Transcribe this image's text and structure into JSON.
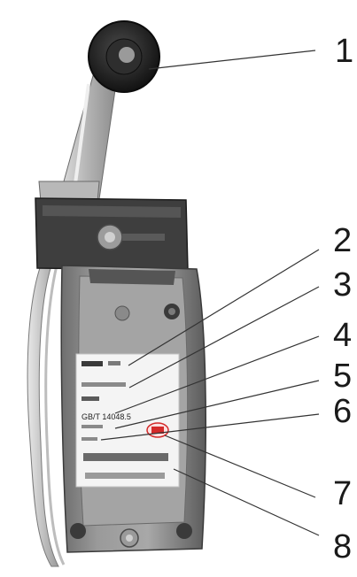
{
  "callouts": [
    {
      "number": "1"
    },
    {
      "number": "2"
    },
    {
      "number": "3"
    },
    {
      "number": "4"
    },
    {
      "number": "5"
    },
    {
      "number": "6"
    },
    {
      "number": "7"
    },
    {
      "number": "8"
    }
  ],
  "nameplate": {
    "standard_text": "GB/T 14048.5"
  },
  "colors": {
    "body_gray": "#8a8a8a",
    "roller_dark": "#1e1e1e",
    "label_white": "#f4f4f4",
    "leader_line": "#333333",
    "marking_red": "#d42a2a",
    "callout_text": "#1a1a1a"
  }
}
